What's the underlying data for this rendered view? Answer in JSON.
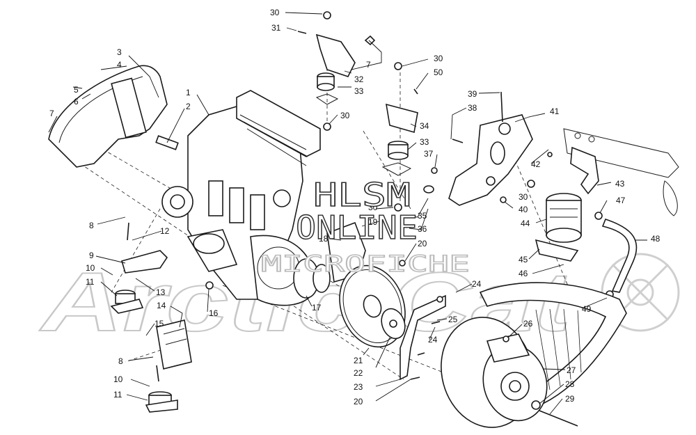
{
  "watermark": {
    "line1": "HLSM",
    "line2": "ONLINE",
    "line3": "MICROFICHE",
    "logo": "Arctic Cat"
  },
  "callouts": [
    {
      "id": "c30a",
      "label": "30"
    },
    {
      "id": "c31",
      "label": "31"
    },
    {
      "id": "c7a",
      "label": "7"
    },
    {
      "id": "c32",
      "label": "32"
    },
    {
      "id": "c33a",
      "label": "33"
    },
    {
      "id": "c30b",
      "label": "30"
    },
    {
      "id": "c3",
      "label": "3"
    },
    {
      "id": "c4",
      "label": "4"
    },
    {
      "id": "c5",
      "label": "5"
    },
    {
      "id": "c6",
      "label": "6"
    },
    {
      "id": "c7b",
      "label": "7"
    },
    {
      "id": "c1",
      "label": "1"
    },
    {
      "id": "c2",
      "label": "2"
    },
    {
      "id": "c30c",
      "label": "30"
    },
    {
      "id": "c50",
      "label": "50"
    },
    {
      "id": "c34",
      "label": "34"
    },
    {
      "id": "c33b",
      "label": "33"
    },
    {
      "id": "c37",
      "label": "37"
    },
    {
      "id": "c39",
      "label": "39"
    },
    {
      "id": "c38",
      "label": "38"
    },
    {
      "id": "c41",
      "label": "41"
    },
    {
      "id": "c42",
      "label": "42"
    },
    {
      "id": "c43",
      "label": "43"
    },
    {
      "id": "c30d",
      "label": "30"
    },
    {
      "id": "c40",
      "label": "40"
    },
    {
      "id": "c47",
      "label": "47"
    },
    {
      "id": "c44",
      "label": "44"
    },
    {
      "id": "c48",
      "label": "48"
    },
    {
      "id": "c30e",
      "label": "30"
    },
    {
      "id": "c35",
      "label": "35"
    },
    {
      "id": "c19",
      "label": "19"
    },
    {
      "id": "c36",
      "label": "36"
    },
    {
      "id": "c18",
      "label": "18"
    },
    {
      "id": "c20a",
      "label": "20"
    },
    {
      "id": "c8a",
      "label": "8"
    },
    {
      "id": "c12",
      "label": "12"
    },
    {
      "id": "c9",
      "label": "9"
    },
    {
      "id": "c10a",
      "label": "10"
    },
    {
      "id": "c11a",
      "label": "11"
    },
    {
      "id": "c13",
      "label": "13"
    },
    {
      "id": "c14",
      "label": "14"
    },
    {
      "id": "c16",
      "label": "16"
    },
    {
      "id": "c17",
      "label": "17"
    },
    {
      "id": "c15",
      "label": "15"
    },
    {
      "id": "c8b",
      "label": "8"
    },
    {
      "id": "c45",
      "label": "45"
    },
    {
      "id": "c46",
      "label": "46"
    },
    {
      "id": "c24a",
      "label": "24"
    },
    {
      "id": "c49",
      "label": "49"
    },
    {
      "id": "c25",
      "label": "25"
    },
    {
      "id": "c26",
      "label": "26"
    },
    {
      "id": "c24b",
      "label": "24"
    },
    {
      "id": "c21",
      "label": "21"
    },
    {
      "id": "c22",
      "label": "22"
    },
    {
      "id": "c27",
      "label": "27"
    },
    {
      "id": "c10b",
      "label": "10"
    },
    {
      "id": "c23",
      "label": "23"
    },
    {
      "id": "c28",
      "label": "28"
    },
    {
      "id": "c11b",
      "label": "11"
    },
    {
      "id": "c29",
      "label": "29"
    },
    {
      "id": "c20b",
      "label": "20"
    }
  ]
}
